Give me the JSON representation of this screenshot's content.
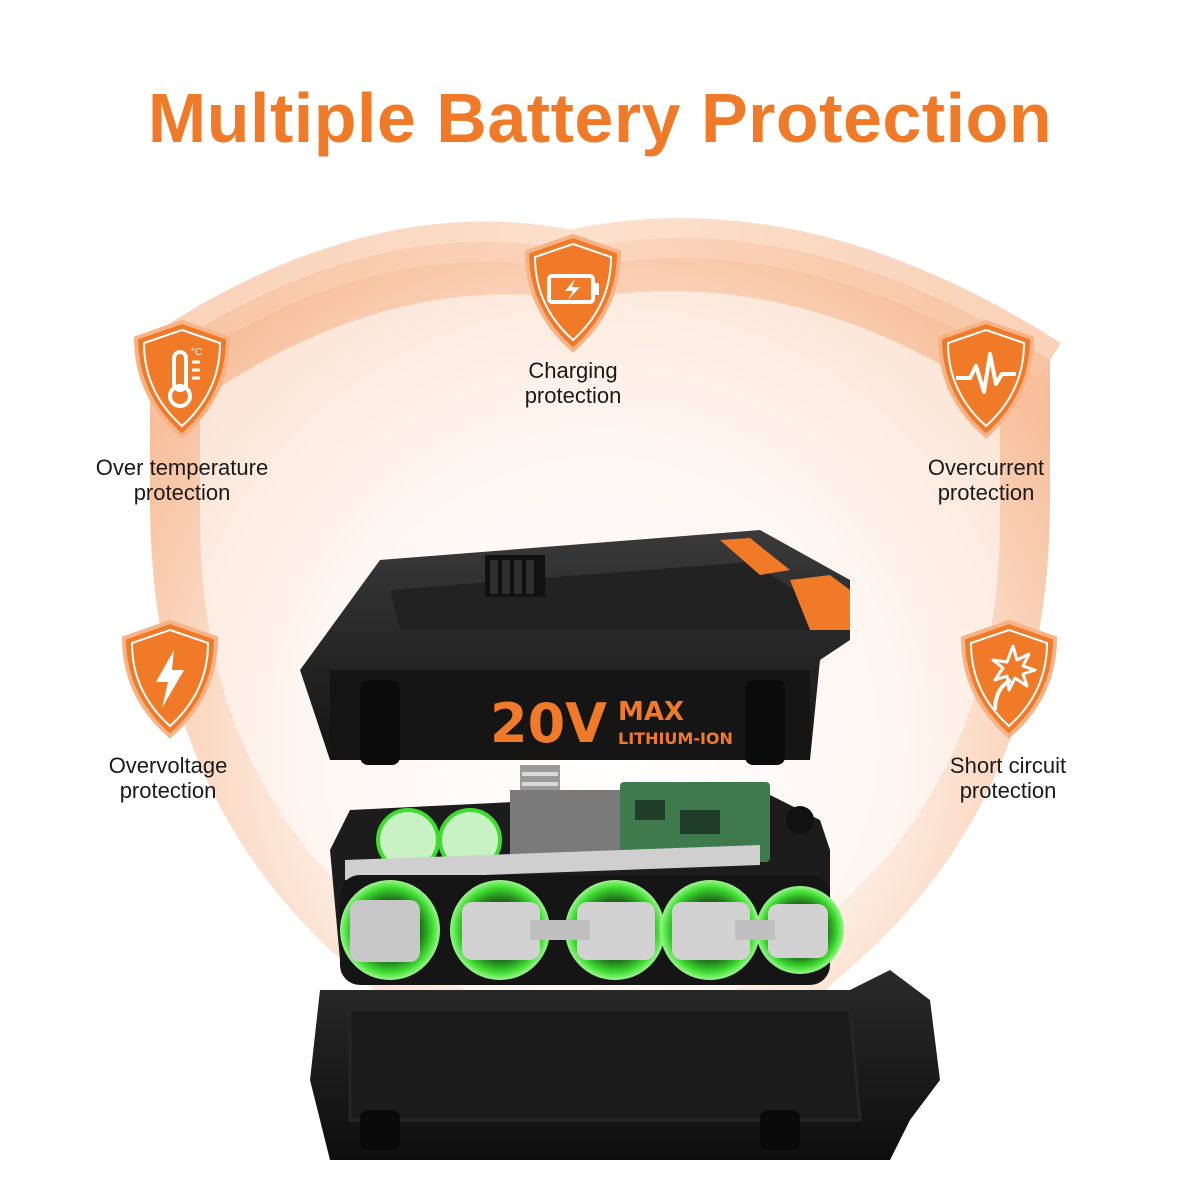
{
  "title": "Multiple Battery Protection",
  "features": [
    {
      "id": "charging",
      "line1": "Charging",
      "line2": "protection",
      "icon": "battery-charging-icon"
    },
    {
      "id": "over-temperature",
      "line1": "Over temperature",
      "line2": "protection",
      "icon": "thermometer-icon"
    },
    {
      "id": "overcurrent",
      "line1": "Overcurrent",
      "line2": "protection",
      "icon": "pulse-wave-icon"
    },
    {
      "id": "overvoltage",
      "line1": "Overvoltage",
      "line2": "protection",
      "icon": "lightning-bolt-icon"
    },
    {
      "id": "short-circuit",
      "line1": "Short circuit",
      "line2": "protection",
      "icon": "spark-burst-icon"
    }
  ],
  "battery": {
    "voltage": "20V",
    "max": "MAX",
    "chemistry": "LITHIUM-ION",
    "thermometer_unit": "°C"
  },
  "colors": {
    "accent": "#F07A28",
    "shield_glow": "#F6B48A",
    "battery_body": "#1c1c1c",
    "cell_green": "#3ddc2f"
  }
}
